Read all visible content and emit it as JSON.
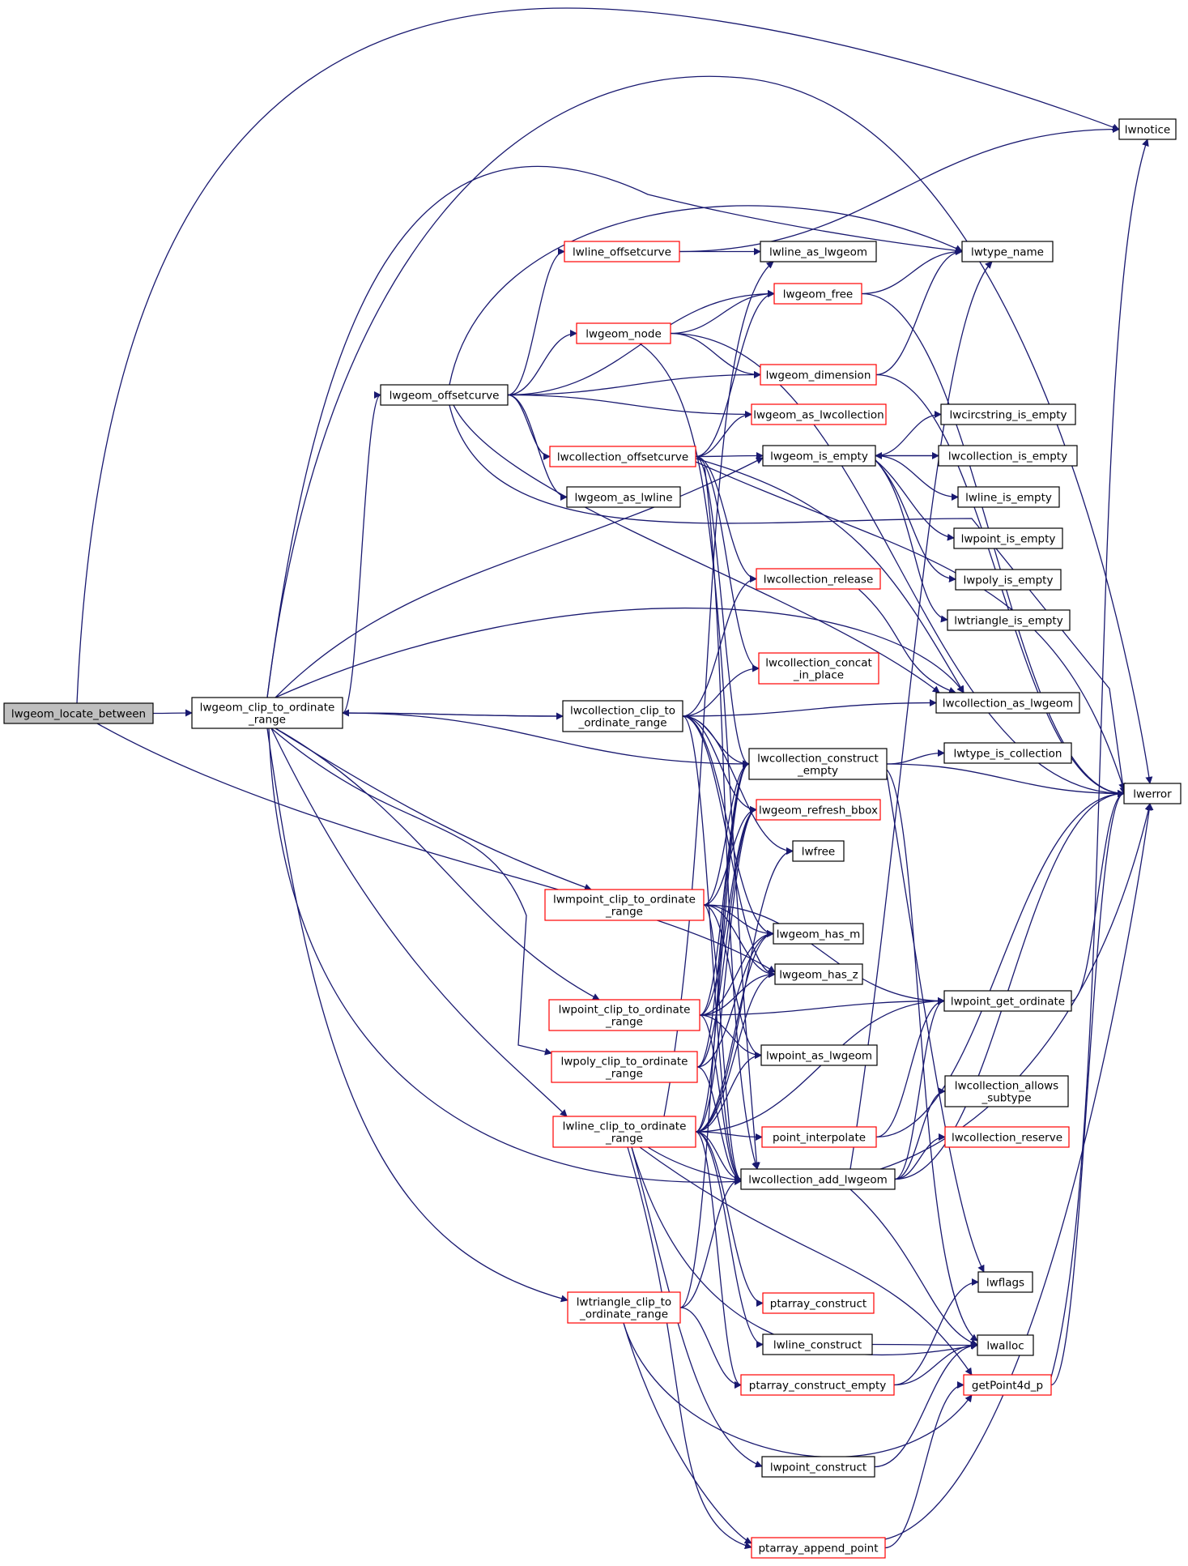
{
  "diagram": {
    "type": "call-graph",
    "nodes": [
      {
        "id": "lwgeom_locate_between",
        "lines": [
          "lwgeom_locate_between"
        ],
        "style": "root"
      },
      {
        "id": "lwgeom_clip_to_ordinate_range",
        "lines": [
          "lwgeom_clip_to_ordinate",
          "_range"
        ],
        "style": "normal"
      },
      {
        "id": "lwnotice",
        "lines": [
          "lwnotice"
        ],
        "style": "normal"
      },
      {
        "id": "lwerror",
        "lines": [
          "lwerror"
        ],
        "style": "normal"
      },
      {
        "id": "lwgeom_offsetcurve",
        "lines": [
          "lwgeom_offsetcurve"
        ],
        "style": "normal"
      },
      {
        "id": "lwtype_name",
        "lines": [
          "lwtype_name"
        ],
        "style": "normal"
      },
      {
        "id": "lwline_offsetcurve",
        "lines": [
          "lwline_offsetcurve"
        ],
        "style": "red"
      },
      {
        "id": "lwline_as_lwgeom",
        "lines": [
          "lwline_as_lwgeom"
        ],
        "style": "normal"
      },
      {
        "id": "lwgeom_free",
        "lines": [
          "lwgeom_free"
        ],
        "style": "red"
      },
      {
        "id": "lwgeom_node",
        "lines": [
          "lwgeom_node"
        ],
        "style": "red"
      },
      {
        "id": "lwgeom_dimension",
        "lines": [
          "lwgeom_dimension"
        ],
        "style": "red"
      },
      {
        "id": "lwgeom_as_lwcollection",
        "lines": [
          "lwgeom_as_lwcollection"
        ],
        "style": "red"
      },
      {
        "id": "lwcollection_offsetcurve",
        "lines": [
          "lwcollection_offsetcurve"
        ],
        "style": "red"
      },
      {
        "id": "lwgeom_is_empty",
        "lines": [
          "lwgeom_is_empty"
        ],
        "style": "normal"
      },
      {
        "id": "lwcircstring_is_empty",
        "lines": [
          "lwcircstring_is_empty"
        ],
        "style": "normal"
      },
      {
        "id": "lwcollection_is_empty",
        "lines": [
          "lwcollection_is_empty"
        ],
        "style": "normal"
      },
      {
        "id": "lwline_is_empty",
        "lines": [
          "lwline_is_empty"
        ],
        "style": "normal"
      },
      {
        "id": "lwpoint_is_empty",
        "lines": [
          "lwpoint_is_empty"
        ],
        "style": "normal"
      },
      {
        "id": "lwpoly_is_empty",
        "lines": [
          "lwpoly_is_empty"
        ],
        "style": "normal"
      },
      {
        "id": "lwtriangle_is_empty",
        "lines": [
          "lwtriangle_is_empty"
        ],
        "style": "normal"
      },
      {
        "id": "lwgeom_as_lwline",
        "lines": [
          "lwgeom_as_lwline"
        ],
        "style": "normal"
      },
      {
        "id": "lwcollection_release",
        "lines": [
          "lwcollection_release"
        ],
        "style": "red"
      },
      {
        "id": "lwcollection_concat_in_place",
        "lines": [
          "lwcollection_concat",
          "_in_place"
        ],
        "style": "red"
      },
      {
        "id": "lwcollection_clip_to_ordinate_range",
        "lines": [
          "lwcollection_clip_to",
          "_ordinate_range"
        ],
        "style": "normal"
      },
      {
        "id": "lwcollection_as_lwgeom",
        "lines": [
          "lwcollection_as_lwgeom"
        ],
        "style": "normal"
      },
      {
        "id": "lwcollection_construct_empty",
        "lines": [
          "lwcollection_construct",
          "_empty"
        ],
        "style": "normal"
      },
      {
        "id": "lwtype_is_collection",
        "lines": [
          "lwtype_is_collection"
        ],
        "style": "normal"
      },
      {
        "id": "lwgeom_refresh_bbox",
        "lines": [
          "lwgeom_refresh_bbox"
        ],
        "style": "red"
      },
      {
        "id": "lwfree",
        "lines": [
          "lwfree"
        ],
        "style": "normal"
      },
      {
        "id": "lwmpoint_clip_to_ordinate_range",
        "lines": [
          "lwmpoint_clip_to_ordinate",
          "_range"
        ],
        "style": "red"
      },
      {
        "id": "lwgeom_has_m",
        "lines": [
          "lwgeom_has_m"
        ],
        "style": "normal"
      },
      {
        "id": "lwgeom_has_z",
        "lines": [
          "lwgeom_has_z"
        ],
        "style": "normal"
      },
      {
        "id": "lwpoint_clip_to_ordinate_range",
        "lines": [
          "lwpoint_clip_to_ordinate",
          "_range"
        ],
        "style": "red"
      },
      {
        "id": "lwpoint_get_ordinate",
        "lines": [
          "lwpoint_get_ordinate"
        ],
        "style": "normal"
      },
      {
        "id": "lwpoly_clip_to_ordinate_range",
        "lines": [
          "lwpoly_clip_to_ordinate",
          "_range"
        ],
        "style": "red"
      },
      {
        "id": "lwpoint_as_lwgeom",
        "lines": [
          "lwpoint_as_lwgeom"
        ],
        "style": "normal"
      },
      {
        "id": "lwcollection_allows_subtype",
        "lines": [
          "lwcollection_allows",
          "_subtype"
        ],
        "style": "normal"
      },
      {
        "id": "lwline_clip_to_ordinate_range",
        "lines": [
          "lwline_clip_to_ordinate",
          "_range"
        ],
        "style": "red"
      },
      {
        "id": "point_interpolate",
        "lines": [
          "point_interpolate"
        ],
        "style": "red"
      },
      {
        "id": "lwcollection_reserve",
        "lines": [
          "lwcollection_reserve"
        ],
        "style": "red"
      },
      {
        "id": "lwcollection_add_lwgeom",
        "lines": [
          "lwcollection_add_lwgeom"
        ],
        "style": "normal"
      },
      {
        "id": "lwflags",
        "lines": [
          "lwflags"
        ],
        "style": "normal"
      },
      {
        "id": "lwtriangle_clip_to_ordinate_range",
        "lines": [
          "lwtriangle_clip_to",
          "_ordinate_range"
        ],
        "style": "red"
      },
      {
        "id": "ptarray_construct",
        "lines": [
          "ptarray_construct"
        ],
        "style": "red"
      },
      {
        "id": "lwline_construct",
        "lines": [
          "lwline_construct"
        ],
        "style": "normal"
      },
      {
        "id": "lwalloc",
        "lines": [
          "lwalloc"
        ],
        "style": "normal"
      },
      {
        "id": "ptarray_construct_empty",
        "lines": [
          "ptarray_construct_empty"
        ],
        "style": "red"
      },
      {
        "id": "getPoint4d_p",
        "lines": [
          "getPoint4d_p"
        ],
        "style": "red"
      },
      {
        "id": "lwpoint_construct",
        "lines": [
          "lwpoint_construct"
        ],
        "style": "normal"
      },
      {
        "id": "ptarray_append_point",
        "lines": [
          "ptarray_append_point"
        ],
        "style": "red"
      }
    ],
    "edges": [
      [
        "lwgeom_locate_between",
        "lwgeom_clip_to_ordinate_range"
      ],
      [
        "lwgeom_locate_between",
        "lwnotice"
      ],
      [
        "lwgeom_locate_between",
        "lwgeom_has_z"
      ],
      [
        "lwgeom_clip_to_ordinate_range",
        "lwgeom_offsetcurve"
      ],
      [
        "lwgeom_clip_to_ordinate_range",
        "lwerror"
      ],
      [
        "lwgeom_clip_to_ordinate_range",
        "lwcollection_clip_to_ordinate_range"
      ],
      [
        "lwgeom_clip_to_ordinate_range",
        "lwcollection_as_lwgeom"
      ],
      [
        "lwgeom_clip_to_ordinate_range",
        "lwcollection_construct_empty"
      ],
      [
        "lwgeom_clip_to_ordinate_range",
        "lwgeom_is_empty"
      ],
      [
        "lwgeom_clip_to_ordinate_range",
        "lwmpoint_clip_to_ordinate_range"
      ],
      [
        "lwgeom_clip_to_ordinate_range",
        "lwpoint_clip_to_ordinate_range"
      ],
      [
        "lwgeom_clip_to_ordinate_range",
        "lwpoly_clip_to_ordinate_range"
      ],
      [
        "lwgeom_clip_to_ordinate_range",
        "lwline_clip_to_ordinate_range"
      ],
      [
        "lwgeom_clip_to_ordinate_range",
        "lwtriangle_clip_to_ordinate_range"
      ],
      [
        "lwgeom_clip_to_ordinate_range",
        "lwcollection_add_lwgeom"
      ],
      [
        "lwgeom_clip_to_ordinate_range",
        "lwtype_name"
      ],
      [
        "lwgeom_offsetcurve",
        "lwline_offsetcurve"
      ],
      [
        "lwgeom_offsetcurve",
        "lwgeom_free"
      ],
      [
        "lwgeom_offsetcurve",
        "lwgeom_node"
      ],
      [
        "lwgeom_offsetcurve",
        "lwgeom_dimension"
      ],
      [
        "lwgeom_offsetcurve",
        "lwgeom_as_lwcollection"
      ],
      [
        "lwgeom_offsetcurve",
        "lwcollection_offsetcurve"
      ],
      [
        "lwgeom_offsetcurve",
        "lwgeom_as_lwline"
      ],
      [
        "lwgeom_offsetcurve",
        "lwtype_name"
      ],
      [
        "lwgeom_offsetcurve",
        "lwerror"
      ],
      [
        "lwgeom_offsetcurve",
        "lwcollection_as_lwgeom"
      ],
      [
        "lwline_offsetcurve",
        "lwline_as_lwgeom"
      ],
      [
        "lwline_offsetcurve",
        "lwnotice"
      ],
      [
        "lwgeom_free",
        "lwtype_name"
      ],
      [
        "lwgeom_free",
        "lwerror"
      ],
      [
        "lwgeom_node",
        "lwgeom_free"
      ],
      [
        "lwgeom_node",
        "lwgeom_dimension"
      ],
      [
        "lwgeom_node",
        "lwerror"
      ],
      [
        "lwgeom_node",
        "lwcollection_add_lwgeom"
      ],
      [
        "lwgeom_dimension",
        "lwtype_name"
      ],
      [
        "lwgeom_dimension",
        "lwerror"
      ],
      [
        "lwcollection_offsetcurve",
        "lwgeom_is_empty"
      ],
      [
        "lwcollection_offsetcurve",
        "lwgeom_as_lwcollection"
      ],
      [
        "lwcollection_offsetcurve",
        "lwgeom_free"
      ],
      [
        "lwcollection_offsetcurve",
        "lwcollection_release"
      ],
      [
        "lwcollection_offsetcurve",
        "lwcollection_concat_in_place"
      ],
      [
        "lwcollection_offsetcurve",
        "lwcollection_construct_empty"
      ],
      [
        "lwcollection_offsetcurve",
        "lwcollection_add_lwgeom"
      ],
      [
        "lwcollection_offsetcurve",
        "lwcollection_as_lwgeom"
      ],
      [
        "lwcollection_offsetcurve",
        "lwerror"
      ],
      [
        "lwgeom_is_empty",
        "lwcircstring_is_empty"
      ],
      [
        "lwgeom_is_empty",
        "lwcollection_is_empty"
      ],
      [
        "lwgeom_is_empty",
        "lwline_is_empty"
      ],
      [
        "lwgeom_is_empty",
        "lwpoint_is_empty"
      ],
      [
        "lwgeom_is_empty",
        "lwpoly_is_empty"
      ],
      [
        "lwgeom_is_empty",
        "lwtriangle_is_empty"
      ],
      [
        "lwcollection_is_empty",
        "lwgeom_is_empty"
      ],
      [
        "lwcollection_release",
        "lwcollection_as_lwgeom"
      ],
      [
        "lwcollection_clip_to_ordinate_range",
        "lwgeom_clip_to_ordinate_range"
      ],
      [
        "lwcollection_clip_to_ordinate_range",
        "lwcollection_release"
      ],
      [
        "lwcollection_clip_to_ordinate_range",
        "lwcollection_concat_in_place"
      ],
      [
        "lwcollection_clip_to_ordinate_range",
        "lwcollection_as_lwgeom"
      ],
      [
        "lwcollection_clip_to_ordinate_range",
        "lwcollection_construct_empty"
      ],
      [
        "lwcollection_clip_to_ordinate_range",
        "lwgeom_refresh_bbox"
      ],
      [
        "lwcollection_clip_to_ordinate_range",
        "lwfree"
      ],
      [
        "lwcollection_clip_to_ordinate_range",
        "lwgeom_has_m"
      ],
      [
        "lwcollection_clip_to_ordinate_range",
        "lwgeom_has_z"
      ],
      [
        "lwcollection_clip_to_ordinate_range",
        "lwcollection_add_lwgeom"
      ],
      [
        "lwcollection_construct_empty",
        "lwtype_is_collection"
      ],
      [
        "lwcollection_construct_empty",
        "lwerror"
      ],
      [
        "lwcollection_construct_empty",
        "lwalloc"
      ],
      [
        "lwmpoint_clip_to_ordinate_range",
        "lwcollection_construct_empty"
      ],
      [
        "lwmpoint_clip_to_ordinate_range",
        "lwgeom_refresh_bbox"
      ],
      [
        "lwmpoint_clip_to_ordinate_range",
        "lwgeom_has_m"
      ],
      [
        "lwmpoint_clip_to_ordinate_range",
        "lwgeom_has_z"
      ],
      [
        "lwmpoint_clip_to_ordinate_range",
        "lwpoint_get_ordinate"
      ],
      [
        "lwmpoint_clip_to_ordinate_range",
        "lwpoint_as_lwgeom"
      ],
      [
        "lwmpoint_clip_to_ordinate_range",
        "lwcollection_add_lwgeom"
      ],
      [
        "lwpoint_clip_to_ordinate_range",
        "lwcollection_construct_empty"
      ],
      [
        "lwpoint_clip_to_ordinate_range",
        "lwgeom_refresh_bbox"
      ],
      [
        "lwpoint_clip_to_ordinate_range",
        "lwgeom_has_m"
      ],
      [
        "lwpoint_clip_to_ordinate_range",
        "lwgeom_has_z"
      ],
      [
        "lwpoint_clip_to_ordinate_range",
        "lwpoint_get_ordinate"
      ],
      [
        "lwpoint_clip_to_ordinate_range",
        "lwpoint_as_lwgeom"
      ],
      [
        "lwpoint_clip_to_ordinate_range",
        "lwcollection_add_lwgeom"
      ],
      [
        "lwpoly_clip_to_ordinate_range",
        "lwcollection_construct_empty"
      ],
      [
        "lwpoly_clip_to_ordinate_range",
        "lwgeom_refresh_bbox"
      ],
      [
        "lwpoly_clip_to_ordinate_range",
        "lwgeom_has_m"
      ],
      [
        "lwpoly_clip_to_ordinate_range",
        "lwcollection_add_lwgeom"
      ],
      [
        "lwline_clip_to_ordinate_range",
        "lwcollection_construct_empty"
      ],
      [
        "lwline_clip_to_ordinate_range",
        "lwgeom_refresh_bbox"
      ],
      [
        "lwline_clip_to_ordinate_range",
        "lwfree"
      ],
      [
        "lwline_clip_to_ordinate_range",
        "lwgeom_has_m"
      ],
      [
        "lwline_clip_to_ordinate_range",
        "lwgeom_has_z"
      ],
      [
        "lwline_clip_to_ordinate_range",
        "lwpoint_get_ordinate"
      ],
      [
        "lwline_clip_to_ordinate_range",
        "lwpoint_as_lwgeom"
      ],
      [
        "lwline_clip_to_ordinate_range",
        "point_interpolate"
      ],
      [
        "lwline_clip_to_ordinate_range",
        "lwcollection_add_lwgeom"
      ],
      [
        "lwline_clip_to_ordinate_range",
        "ptarray_construct"
      ],
      [
        "lwline_clip_to_ordinate_range",
        "lwline_construct"
      ],
      [
        "lwline_clip_to_ordinate_range",
        "ptarray_construct_empty"
      ],
      [
        "lwline_clip_to_ordinate_range",
        "getPoint4d_p"
      ],
      [
        "lwline_clip_to_ordinate_range",
        "lwpoint_construct"
      ],
      [
        "lwline_clip_to_ordinate_range",
        "ptarray_append_point"
      ],
      [
        "lwline_clip_to_ordinate_range",
        "lwerror"
      ],
      [
        "lwline_clip_to_ordinate_range",
        "lwline_as_lwgeom"
      ],
      [
        "lwline_clip_to_ordinate_range",
        "lwalloc"
      ],
      [
        "lwtriangle_clip_to_ordinate_range",
        "lwcollection_construct_empty"
      ],
      [
        "lwtriangle_clip_to_ordinate_range",
        "lwcollection_add_lwgeom"
      ],
      [
        "lwtriangle_clip_to_ordinate_range",
        "ptarray_construct_empty"
      ],
      [
        "lwtriangle_clip_to_ordinate_range",
        "getPoint4d_p"
      ],
      [
        "lwtriangle_clip_to_ordinate_range",
        "ptarray_append_point"
      ],
      [
        "point_interpolate",
        "lwpoint_get_ordinate"
      ],
      [
        "point_interpolate",
        "lwerror"
      ],
      [
        "lwpoint_get_ordinate",
        "lwerror"
      ],
      [
        "lwcollection_add_lwgeom",
        "lwcollection_allows_subtype"
      ],
      [
        "lwcollection_add_lwgeom",
        "lwcollection_reserve"
      ],
      [
        "lwcollection_add_lwgeom",
        "lwerror"
      ],
      [
        "lwcollection_add_lwgeom",
        "lwtype_name"
      ],
      [
        "lwcollection_add_lwgeom",
        "lwalloc"
      ],
      [
        "lwcollection_add_lwgeom",
        "lwpoint_get_ordinate"
      ],
      [
        "ptarray_construct_empty",
        "lwalloc"
      ],
      [
        "ptarray_construct_empty",
        "lwflags"
      ],
      [
        "lwline_construct",
        "lwalloc"
      ],
      [
        "lwpoint_construct",
        "lwalloc"
      ],
      [
        "getPoint4d_p",
        "lwerror"
      ],
      [
        "getPoint4d_p",
        "lwnotice"
      ],
      [
        "ptarray_append_point",
        "getPoint4d_p"
      ],
      [
        "ptarray_append_point",
        "lwerror"
      ],
      [
        "lwcollection_construct_empty",
        "lwflags"
      ]
    ]
  },
  "colors": {
    "edge": "#191970",
    "node_border_normal": "#000000",
    "node_border_red": "#ff0000",
    "root_fill": "#bfbfbf",
    "background": "#ffffff"
  }
}
